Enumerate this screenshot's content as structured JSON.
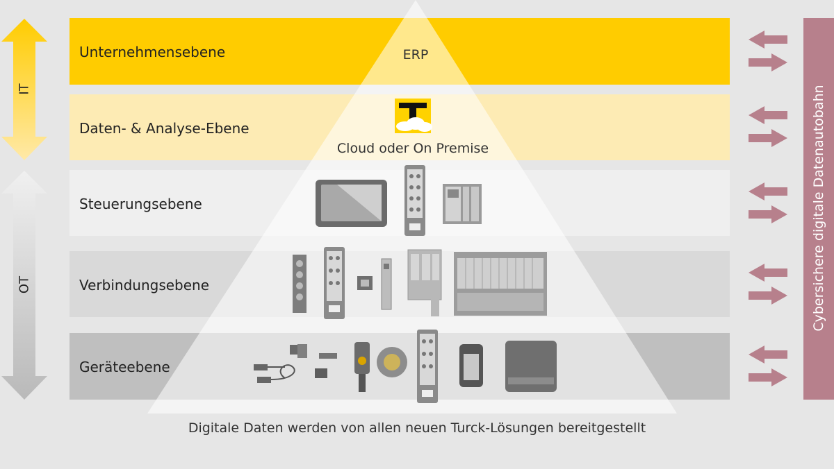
{
  "layers": [
    {
      "label": "Unternehmensebene",
      "color": "#ffcc00"
    },
    {
      "label": "Daten- & Analyse-Ebene",
      "color": "#fdebb4"
    },
    {
      "label": "Steuerungsebene",
      "color": "#efefef"
    },
    {
      "label": "Verbindungsebene",
      "color": "#d9d9d9"
    },
    {
      "label": "Geräteebene",
      "color": "#bfbfbf"
    }
  ],
  "pyramid": {
    "erp_label": "ERP",
    "cloud_label": "Cloud oder On Premise"
  },
  "left_axis": {
    "it_label": "IT",
    "ot_label": "OT"
  },
  "right_bar": {
    "label": "Cybersichere digitale Datenautobahn",
    "color": "#b7808c"
  },
  "caption": "Digitale Daten werden von allen neuen Turck-Lösungen bereitgestellt",
  "icons": [
    "turck-cloud-logo-icon",
    "hmi-panel-icon",
    "io-module-icon",
    "controller-icon",
    "sensor-icon",
    "rfid-icon",
    "cable-icon"
  ]
}
